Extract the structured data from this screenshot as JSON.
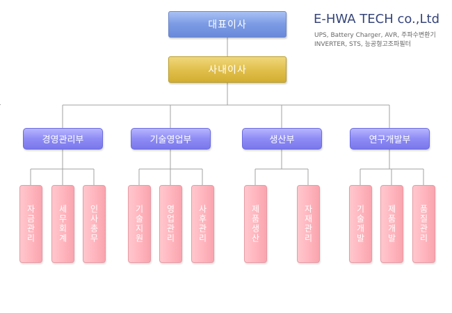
{
  "brand": {
    "name": "E-HWA TECH co.,Ltd",
    "products_line1": "UPS, Battery Charger, AVR, 주파수변환기",
    "products_line2": "INVERTER, STS, 능공형고조파필터"
  },
  "colors": {
    "ceo": "#7c9be4",
    "director": "#e1c04c",
    "department": "#8e8cf5",
    "team": "#ffb4bd",
    "connector": "#a0a0a0"
  },
  "org": {
    "ceo": "대표이사",
    "director": "사내이사",
    "departments": [
      {
        "name": "경영관리부",
        "teams": [
          "자금관리",
          "세무회계",
          "인사총무"
        ]
      },
      {
        "name": "기술영업부",
        "teams": [
          "기술지원",
          "영업관리",
          "사후관리"
        ]
      },
      {
        "name": "생산부",
        "teams": [
          "제품생산",
          "자재관리"
        ]
      },
      {
        "name": "연구개발부",
        "teams": [
          "기술개발",
          "제품개발",
          "품질관리"
        ]
      }
    ]
  }
}
